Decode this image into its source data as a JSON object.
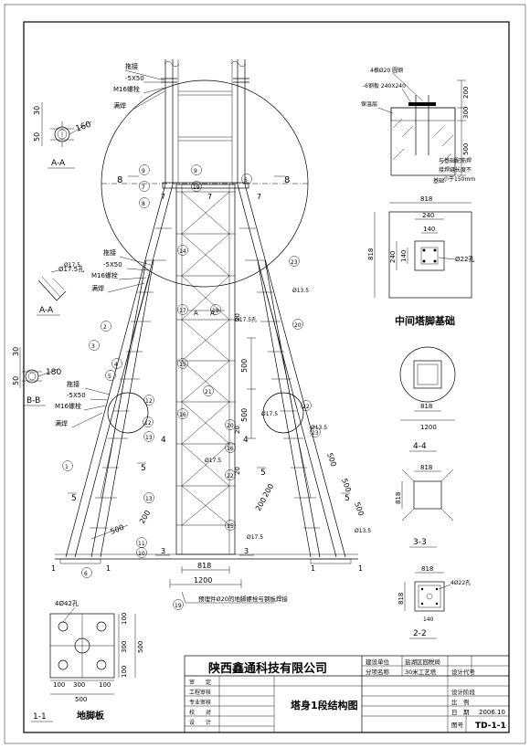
{
  "top_labels": {
    "chuanjie": "拖接",
    "plate_5x50": "-5X50",
    "m16": "M16螺栓",
    "weld": "满焊"
  },
  "mid_labels": {
    "chuanjie": "拖接",
    "plate_5x50": "-5X50",
    "m16": "M16螺栓",
    "weld": "满焊",
    "hole_17_5": "Ø17.5孔"
  },
  "low_labels": {
    "chuanjie": "拖接",
    "plate_5x50": "-5X50",
    "m16": "M16螺栓",
    "weld": "满焊"
  },
  "sections": {
    "aa_top": "A-A",
    "aa_mid": "A-A",
    "bb": "B-B",
    "s44": "4-4",
    "s33": "3-3",
    "s22": "2-2",
    "s11": "1-1"
  },
  "pipe_dims": {
    "aa_d": "160",
    "aa_50": "50",
    "aa_30": "30",
    "bb_d": "180",
    "bb_30": "30",
    "bb_50": "50"
  },
  "foundation_section": {
    "anchor": "4根Ø20 圆钢",
    "plate": "-6钢板 240X240",
    "insulation": "保温层",
    "dims": [
      "200",
      "300",
      "500"
    ],
    "note1": "与基础配筋焊",
    "note2": "接焊缝长度不",
    "note3": "小于150mm",
    "rebar": "基础"
  },
  "middle_foundation": {
    "title": "中间塔脚基础",
    "d818_top": "818",
    "d240": "240",
    "d140a": "140",
    "d818_side": "818",
    "d240_side": "240",
    "d140_side": "140",
    "hole": "Ø22孔"
  },
  "sec44": {
    "d818": "818",
    "d1200": "1200"
  },
  "sec33": {
    "d818_top": "818",
    "d818_side": "818"
  },
  "sec22": {
    "d818": "818",
    "d818_side": "818",
    "hole": "4Ø22孔",
    "d140": "140"
  },
  "base_plate": {
    "holes": "4Ø42孔",
    "title": "地脚板",
    "dims_h": [
      "100",
      "300",
      "100"
    ],
    "total": "500",
    "dims_v": [
      "100",
      "300",
      "100"
    ],
    "total_v": "500"
  },
  "tower": {
    "annots": [
      "Ø17.5孔",
      "Ø13.5",
      "Ø17.5",
      "Ø13.5",
      "Ø17.5",
      "Ø17.5",
      "Ø13.5",
      "Ø17.5"
    ],
    "d500": [
      "500",
      "500",
      "500",
      "500",
      "500",
      "500"
    ],
    "d200": [
      "200",
      "200",
      "200"
    ],
    "d20": [
      "20",
      "20",
      "20"
    ],
    "bottom_818": "818",
    "bottom_1200": "1200",
    "embed_note": "预埋件Ø20的地脚螺栓与钢板焊接",
    "aa_small": "A",
    "aa_small2": "A",
    "eight_left": "8",
    "eight_right": "8",
    "seven": [
      "7",
      "7",
      "7"
    ],
    "five": [
      "5",
      "5",
      "5",
      "5"
    ],
    "four": [
      "4",
      "4"
    ],
    "three": [
      "3",
      "3"
    ],
    "one": [
      "1",
      "1",
      "1",
      "1"
    ]
  },
  "callouts": [
    "14",
    "17",
    "15",
    "16",
    "18",
    "19",
    "20",
    "21",
    "22",
    "23",
    "9",
    "9",
    "7",
    "8",
    "11",
    "2",
    "3",
    "1",
    "4",
    "6",
    "12",
    "10",
    "13",
    "12",
    "5",
    "20",
    "22",
    "23",
    "6",
    "19",
    "15",
    "13",
    "16"
  ],
  "title_block": {
    "company": "陕西鑫通科技有限公司",
    "unit_label": "建设单位",
    "unit_value": "盐湖区园税局",
    "project_label": "分项名称",
    "project_value": "30米工艺塔",
    "design_code_label": "设计代号",
    "stage_label": "设计阶段",
    "scale_label": "比　例",
    "date_label": "日　期",
    "date_value": "2006.10",
    "sheet_label": "图号",
    "sheet_value": "TD-1-1",
    "drawing_title": "塔身1段结构图",
    "roles": [
      "审　　定",
      "工程审核",
      "专业审核",
      "校　　对",
      "设　　计"
    ]
  }
}
